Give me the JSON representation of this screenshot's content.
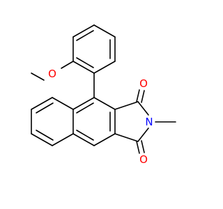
{
  "colors": {
    "bond": "#000000",
    "oxygen": "#ff0000",
    "nitrogen": "#0000ff",
    "background": "#ffffff"
  },
  "labels": {
    "methoxy_oxygen": "O",
    "upper_carbonyl_oxygen": "O",
    "lower_carbonyl_oxygen": "O",
    "imide_nitrogen": "N"
  }
}
